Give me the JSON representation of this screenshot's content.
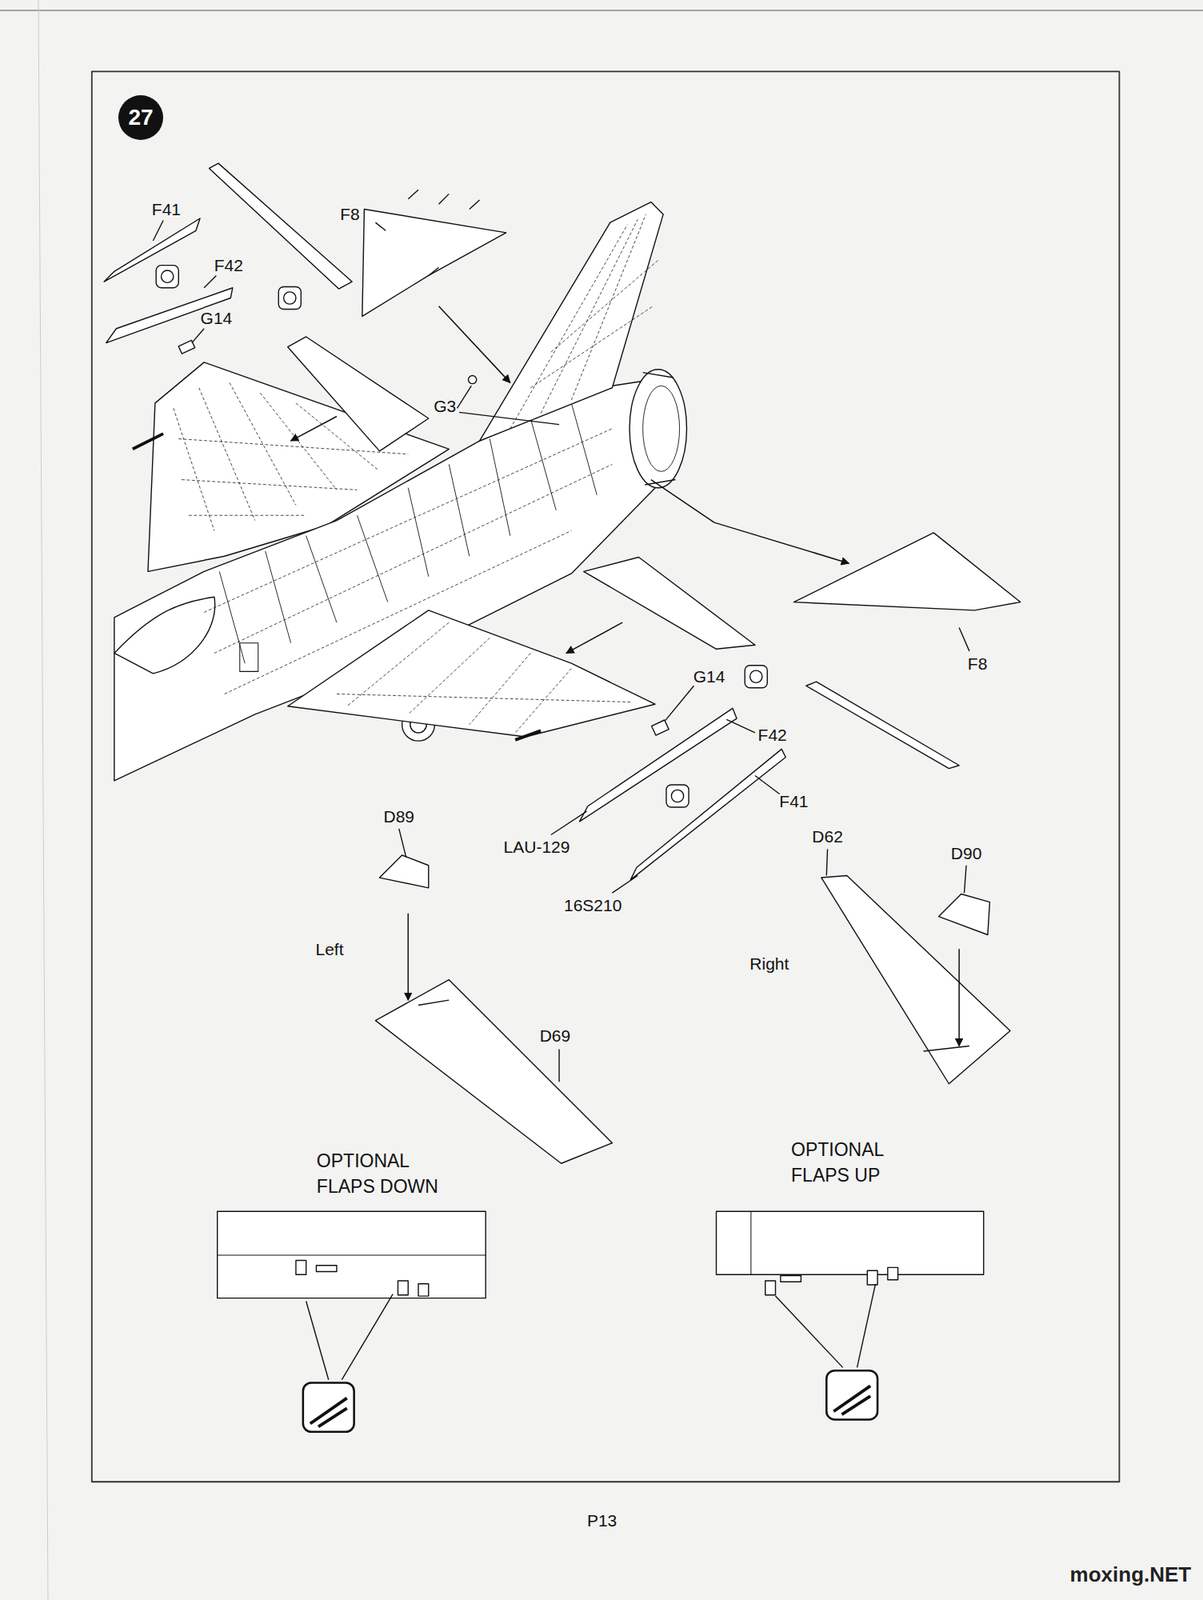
{
  "diagram": {
    "nodes": [
      {
        "text": [
          "27"
        ]
      }
    ],
    "labels": [
      "F41",
      "F42",
      "G14",
      "F8",
      "G3",
      "F8",
      "G14",
      "F42",
      "LAU-129",
      "F41",
      "16S210",
      "D89",
      "D62",
      "D90",
      "Left",
      "Right",
      "D69",
      "OPTIONAL FLAPS DOWN",
      "OPTIONAL FLAPS UP",
      "P13",
      "moxing.NET"
    ]
  }
}
